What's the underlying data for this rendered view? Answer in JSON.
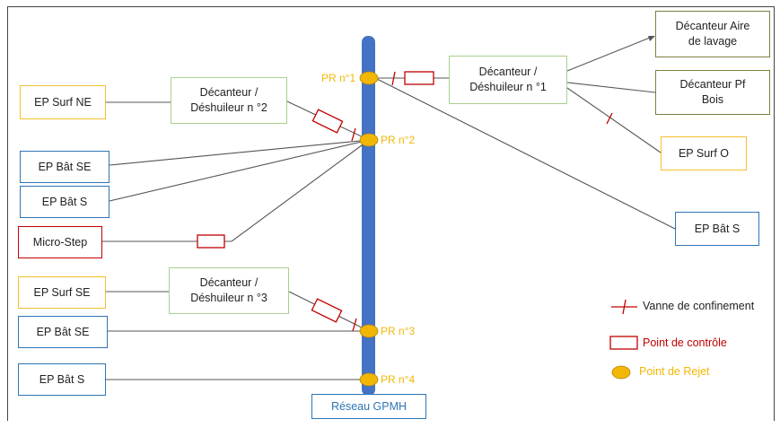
{
  "network_label": "Réseau GPMH",
  "discharge_points": {
    "pr1": "PR n°1",
    "pr2": "PR n°2",
    "pr3": "PR n°3",
    "pr4": "PR n°4"
  },
  "boxes": {
    "ep_surf_ne": "EP Surf NE",
    "decanteur_2": "Décanteur /\nDéshuileur n °2",
    "ep_bat_se_1": "EP Bât SE",
    "ep_bat_s_1": "EP Bât S",
    "micro_step": "Micro-Step",
    "ep_surf_se": "EP Surf SE",
    "decanteur_3": "Décanteur /\nDéshuileur n °3",
    "ep_bat_se_2": "EP Bât SE",
    "ep_bat_s_2": "EP Bât S",
    "decanteur_1": "Décanteur /\nDéshuileur n °1",
    "decanteur_aire": "Décanteur Aire\nde lavage",
    "decanteur_pf": "Décanteur Pf\nBois",
    "ep_surf_o": "EP Surf O",
    "ep_bat_s_right": "EP Bât S"
  },
  "legend": {
    "valve": "Vanne de confinement",
    "control": "Point de contrôle",
    "discharge": "Point de Rejet"
  },
  "colors": {
    "pipe": "#4472c4",
    "discharge_fill": "#f2b705",
    "control_stroke": "#c00000",
    "valve_stroke": "#c00000",
    "line": "#444444"
  }
}
